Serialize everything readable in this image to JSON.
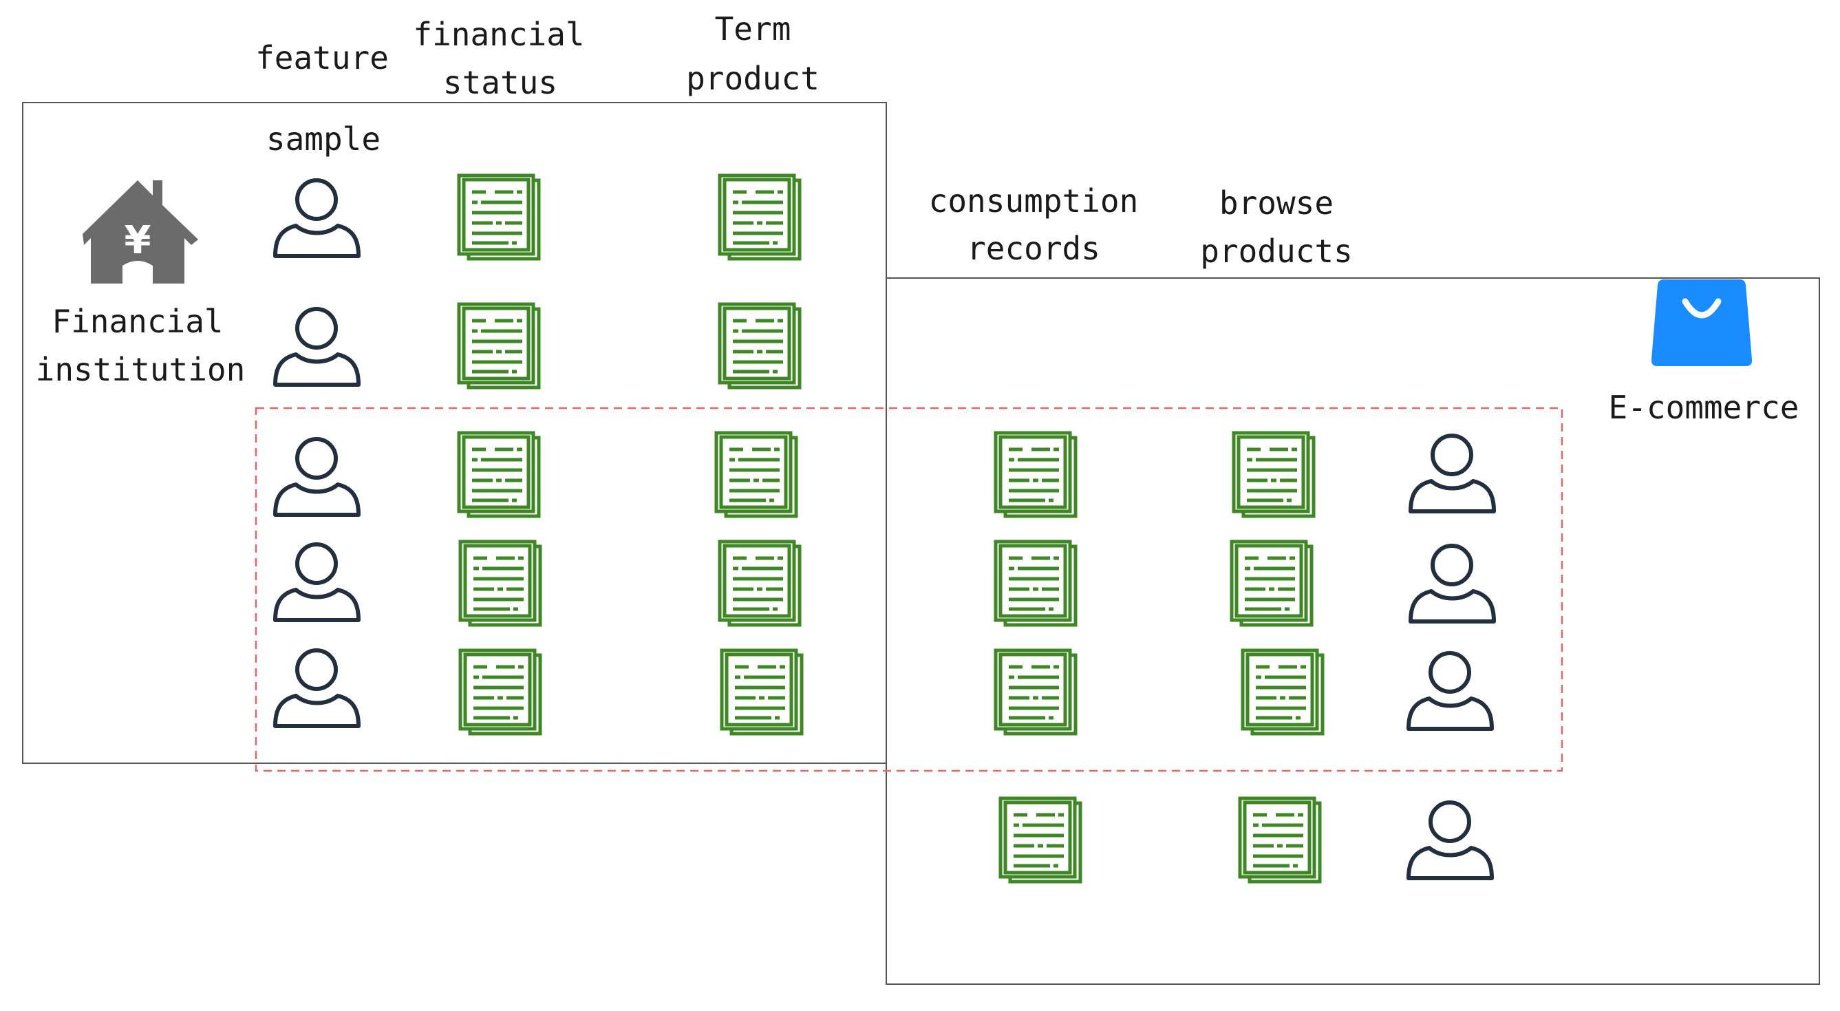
{
  "labels": {
    "feature": "feature",
    "sample": "sample",
    "financial_status": [
      "financial",
      "status"
    ],
    "term_product": [
      "Term",
      "product"
    ],
    "consumption_records": [
      "consumption",
      "records"
    ],
    "browse_products": [
      "browse",
      "products"
    ],
    "financial_institution": [
      "Financial",
      "institution"
    ],
    "ecommerce": "E-commerce"
  },
  "icons": {
    "institution": "bank-house-yen-icon",
    "ecommerce": "shopping-bag-icon",
    "user": "user-icon",
    "document": "document-icon"
  },
  "colors": {
    "user_stroke": "#232f3e",
    "document_green": "#3f8624",
    "institution_gray": "#6b6b6b",
    "bag_blue": "#1a8cff",
    "overlap_dash": "#e46666",
    "frame": "#555555"
  }
}
